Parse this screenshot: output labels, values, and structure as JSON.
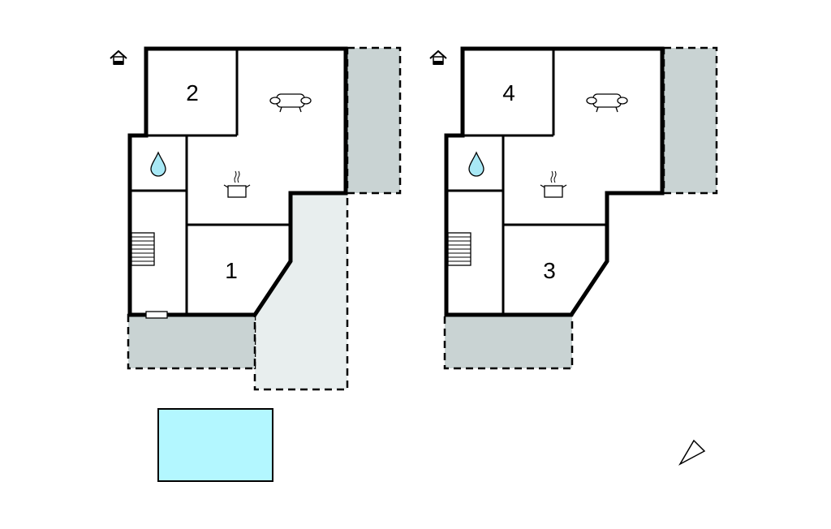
{
  "plans": [
    {
      "name": "floor-plan-left",
      "rooms": [
        {
          "label": "2"
        },
        {
          "label": "1"
        }
      ]
    },
    {
      "name": "floor-plan-right",
      "rooms": [
        {
          "label": "4"
        },
        {
          "label": "3"
        }
      ]
    }
  ],
  "colors": {
    "terrace_dark": "#c9d3d3",
    "terrace_light": "#e8eeee",
    "pool": "#b3f7ff",
    "water": "#a8e8f5"
  },
  "icons": [
    "entrance-icon",
    "sofa-icon",
    "kitchen-pot-icon",
    "bathroom-drop-icon",
    "stairs-icon",
    "north-arrow-icon"
  ]
}
